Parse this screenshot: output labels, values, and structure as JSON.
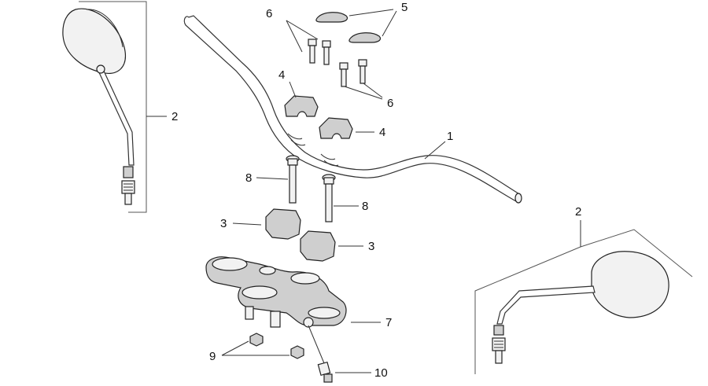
{
  "labels": {
    "handlebar": "1",
    "mirror_left": "2",
    "mirror_right": "2",
    "riser_lower_left": "3",
    "riser_lower_right": "3",
    "clamp_upper_left": "4",
    "clamp_upper_right": "4",
    "pad": "5",
    "screws_upper_left": "6",
    "screws_upper_right": "6",
    "bolt_left": "8",
    "bolt_right": "8",
    "triple_clamp": "7",
    "nuts": "9",
    "pinch_bolt": "10"
  }
}
